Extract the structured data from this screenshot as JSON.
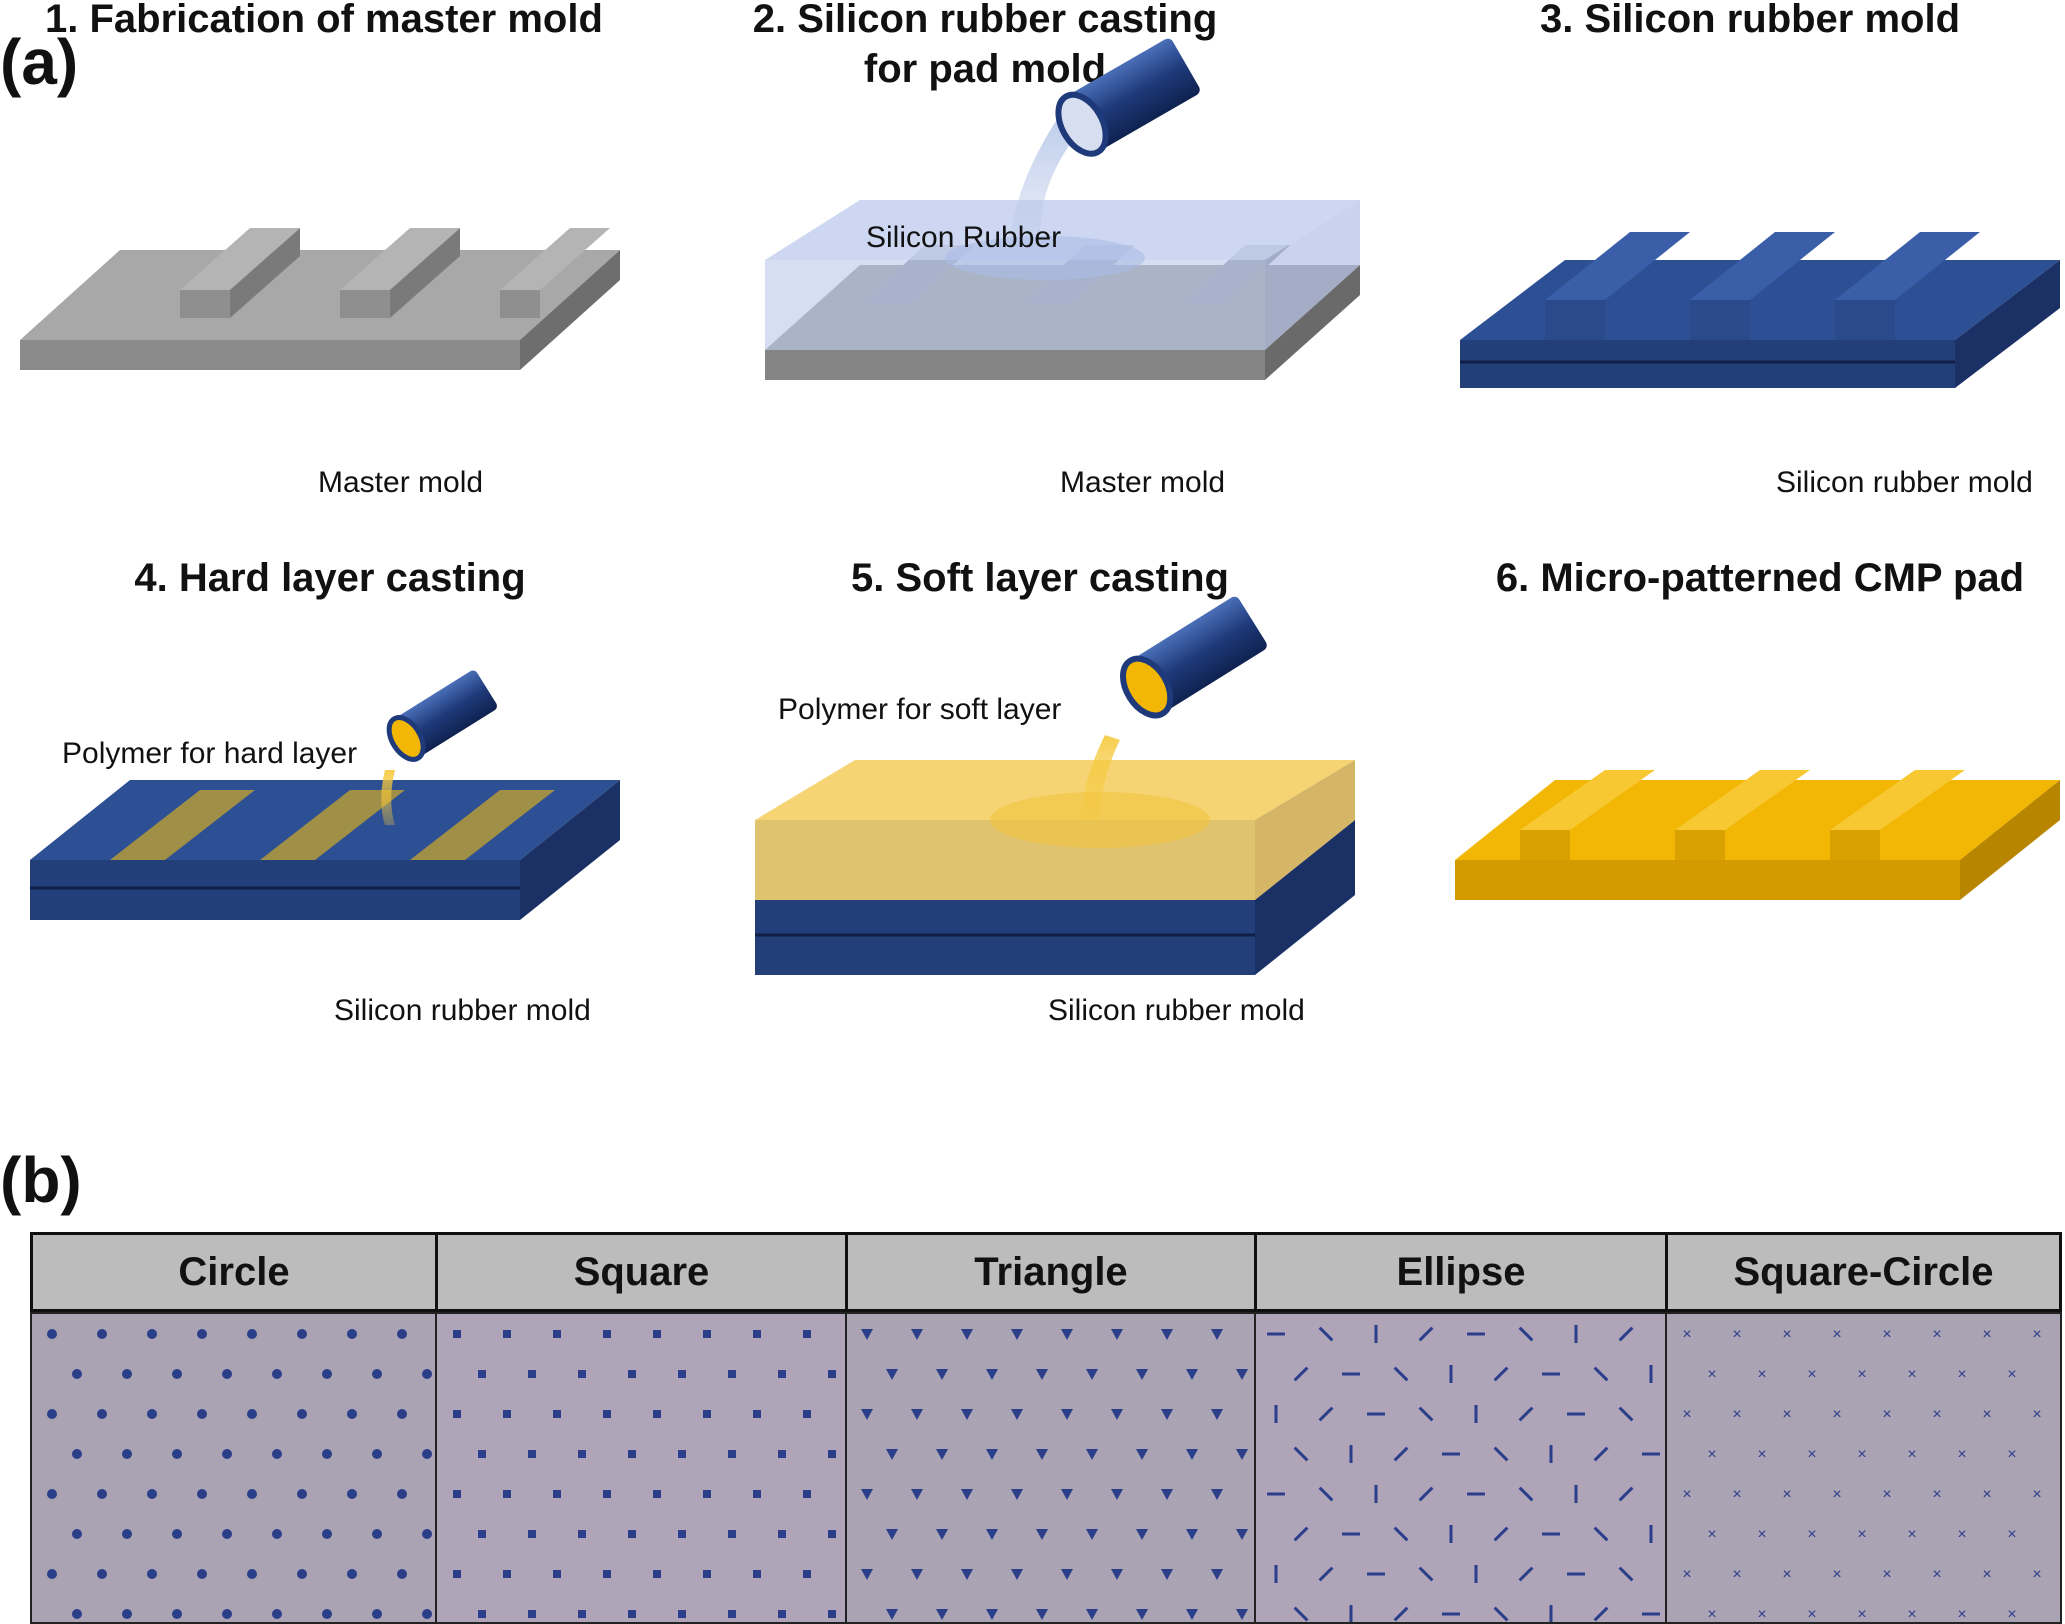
{
  "panel_a": {
    "label": "(a)",
    "steps": [
      {
        "title": "1. Fabrication of master mold",
        "caption": "Master mold"
      },
      {
        "title": "2. Silicon rubber casting\nfor pad mold",
        "caption": "Master mold",
        "annotation": "Silicon Rubber"
      },
      {
        "title": "3. Silicon rubber mold",
        "caption": "Silicon rubber mold"
      },
      {
        "title": "4. Hard layer casting",
        "caption": "Silicon rubber mold",
        "annotation": "Polymer for hard layer"
      },
      {
        "title": "5. Soft layer casting",
        "caption": "Silicon rubber mold",
        "annotation": "Polymer for soft layer"
      },
      {
        "title": "6. Micro-patterned CMP pad"
      }
    ]
  },
  "panel_b": {
    "label": "(b)",
    "patterns": [
      {
        "name": "Circle",
        "icon": "circle-dot"
      },
      {
        "name": "Square",
        "icon": "square-dot"
      },
      {
        "name": "Triangle",
        "icon": "triangle-dot"
      },
      {
        "name": "Ellipse",
        "icon": "ellipse-dash"
      },
      {
        "name": "Square-Circle",
        "icon": "cross-mark"
      }
    ]
  },
  "colors": {
    "master_mold": "#9a9a9a",
    "silicon_rubber": "#2a4a8c",
    "polymer": "#f2b705",
    "pad_surface": "#b8a6c0",
    "pattern_mark": "#2a3e8a"
  }
}
